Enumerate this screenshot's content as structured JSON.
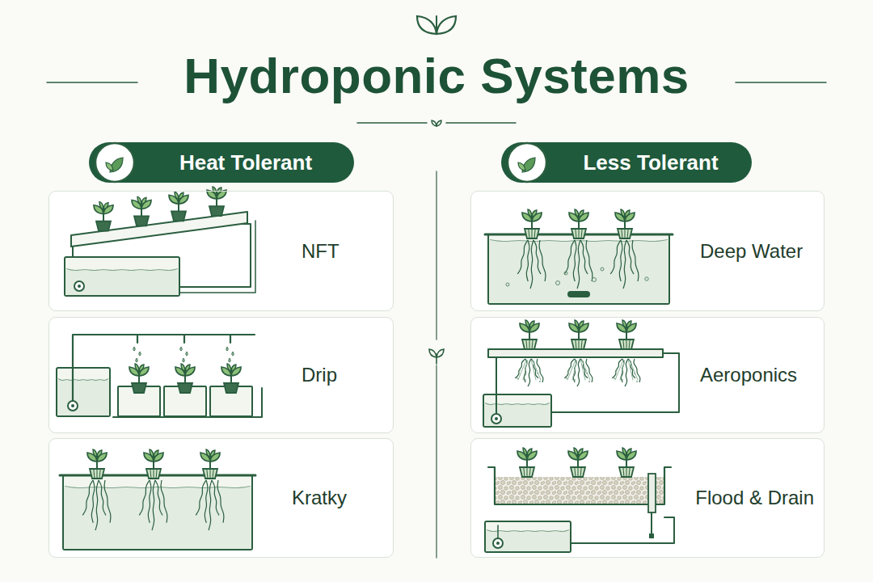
{
  "diagram": {
    "title": "Hydroponic Systems",
    "nodes": [
      {
        "text": [
          "Heat Tolerant"
        ]
      },
      {
        "text": [
          "Less Tolerant"
        ]
      },
      {
        "text": [
          "NFT"
        ]
      },
      {
        "text": [
          "Deep Water"
        ]
      },
      {
        "text": [
          "Drip"
        ]
      },
      {
        "text": [
          "Aeroponics"
        ]
      },
      {
        "text": [
          "Kratky"
        ]
      },
      {
        "text": [
          "Flood & Drain"
        ]
      }
    ]
  }
}
